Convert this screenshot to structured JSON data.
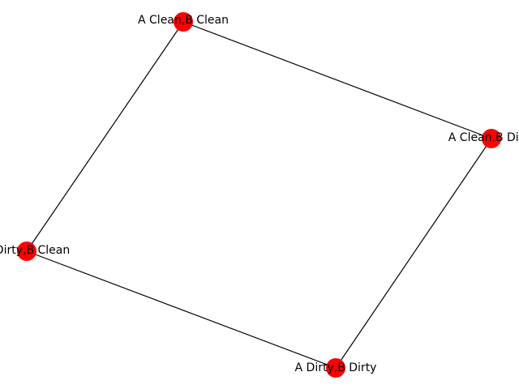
{
  "graph": {
    "node_color": "#ff0000",
    "edge_color": "#000000",
    "nodes": [
      {
        "id": "cc",
        "label": "A Clean,B Clean"
      },
      {
        "id": "cd",
        "label": "A Clean,B Dirty"
      },
      {
        "id": "dc",
        "label": "A Dirty,B Clean"
      },
      {
        "id": "dd",
        "label": "A Dirty,B Dirty"
      }
    ],
    "edges": [
      {
        "source": "cc",
        "target": "cd"
      },
      {
        "source": "cc",
        "target": "dc"
      },
      {
        "source": "cd",
        "target": "dd"
      },
      {
        "source": "dc",
        "target": "dd"
      }
    ]
  }
}
